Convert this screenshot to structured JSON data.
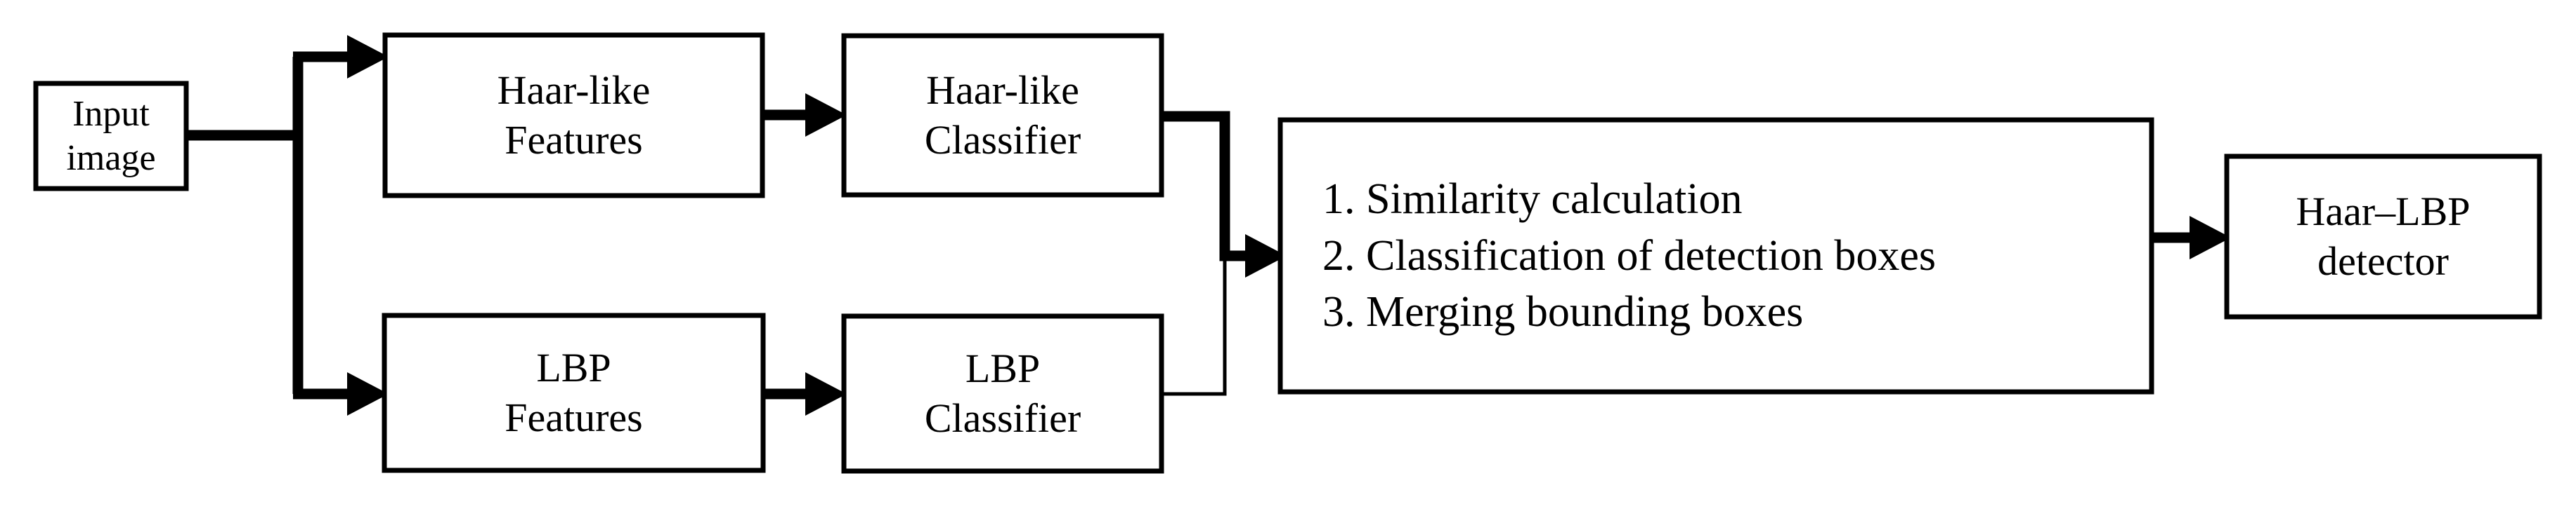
{
  "diagram": {
    "title": "Haar-LBP cascade detector pipeline",
    "background_color": "#ffffff",
    "line_color": "#000000",
    "nodes": {
      "input_image": {
        "line1": "Input",
        "line2": "image"
      },
      "haar_features": {
        "line1": "Haar-like",
        "line2": "Features"
      },
      "haar_classifier": {
        "line1": "Haar-like",
        "line2": "Classifier"
      },
      "lbp_features": {
        "line1": "LBP",
        "line2": "Features"
      },
      "lbp_classifier": {
        "line1": "LBP",
        "line2": "Classifier"
      },
      "fusion_steps": {
        "step1": "1. Similarity calculation",
        "step2": "2. Classification of detection boxes",
        "step3": "3. Merging bounding boxes"
      },
      "detector": {
        "line1": "Haar–LBP",
        "line2": "detector"
      }
    },
    "edges": [
      {
        "name": "input-to-haar-features",
        "style": "thick",
        "arrow": true
      },
      {
        "name": "input-to-lbp-features",
        "style": "thick",
        "arrow": true
      },
      {
        "name": "haar-features-to-haar-classifier",
        "style": "thick",
        "arrow": true
      },
      {
        "name": "lbp-features-to-lbp-classifier",
        "style": "thick",
        "arrow": true
      },
      {
        "name": "haar-classifier-to-fusion",
        "style": "thick",
        "arrow": true
      },
      {
        "name": "lbp-classifier-to-fusion",
        "style": "thin",
        "arrow": false
      },
      {
        "name": "fusion-to-detector",
        "style": "thick",
        "arrow": true
      }
    ]
  }
}
